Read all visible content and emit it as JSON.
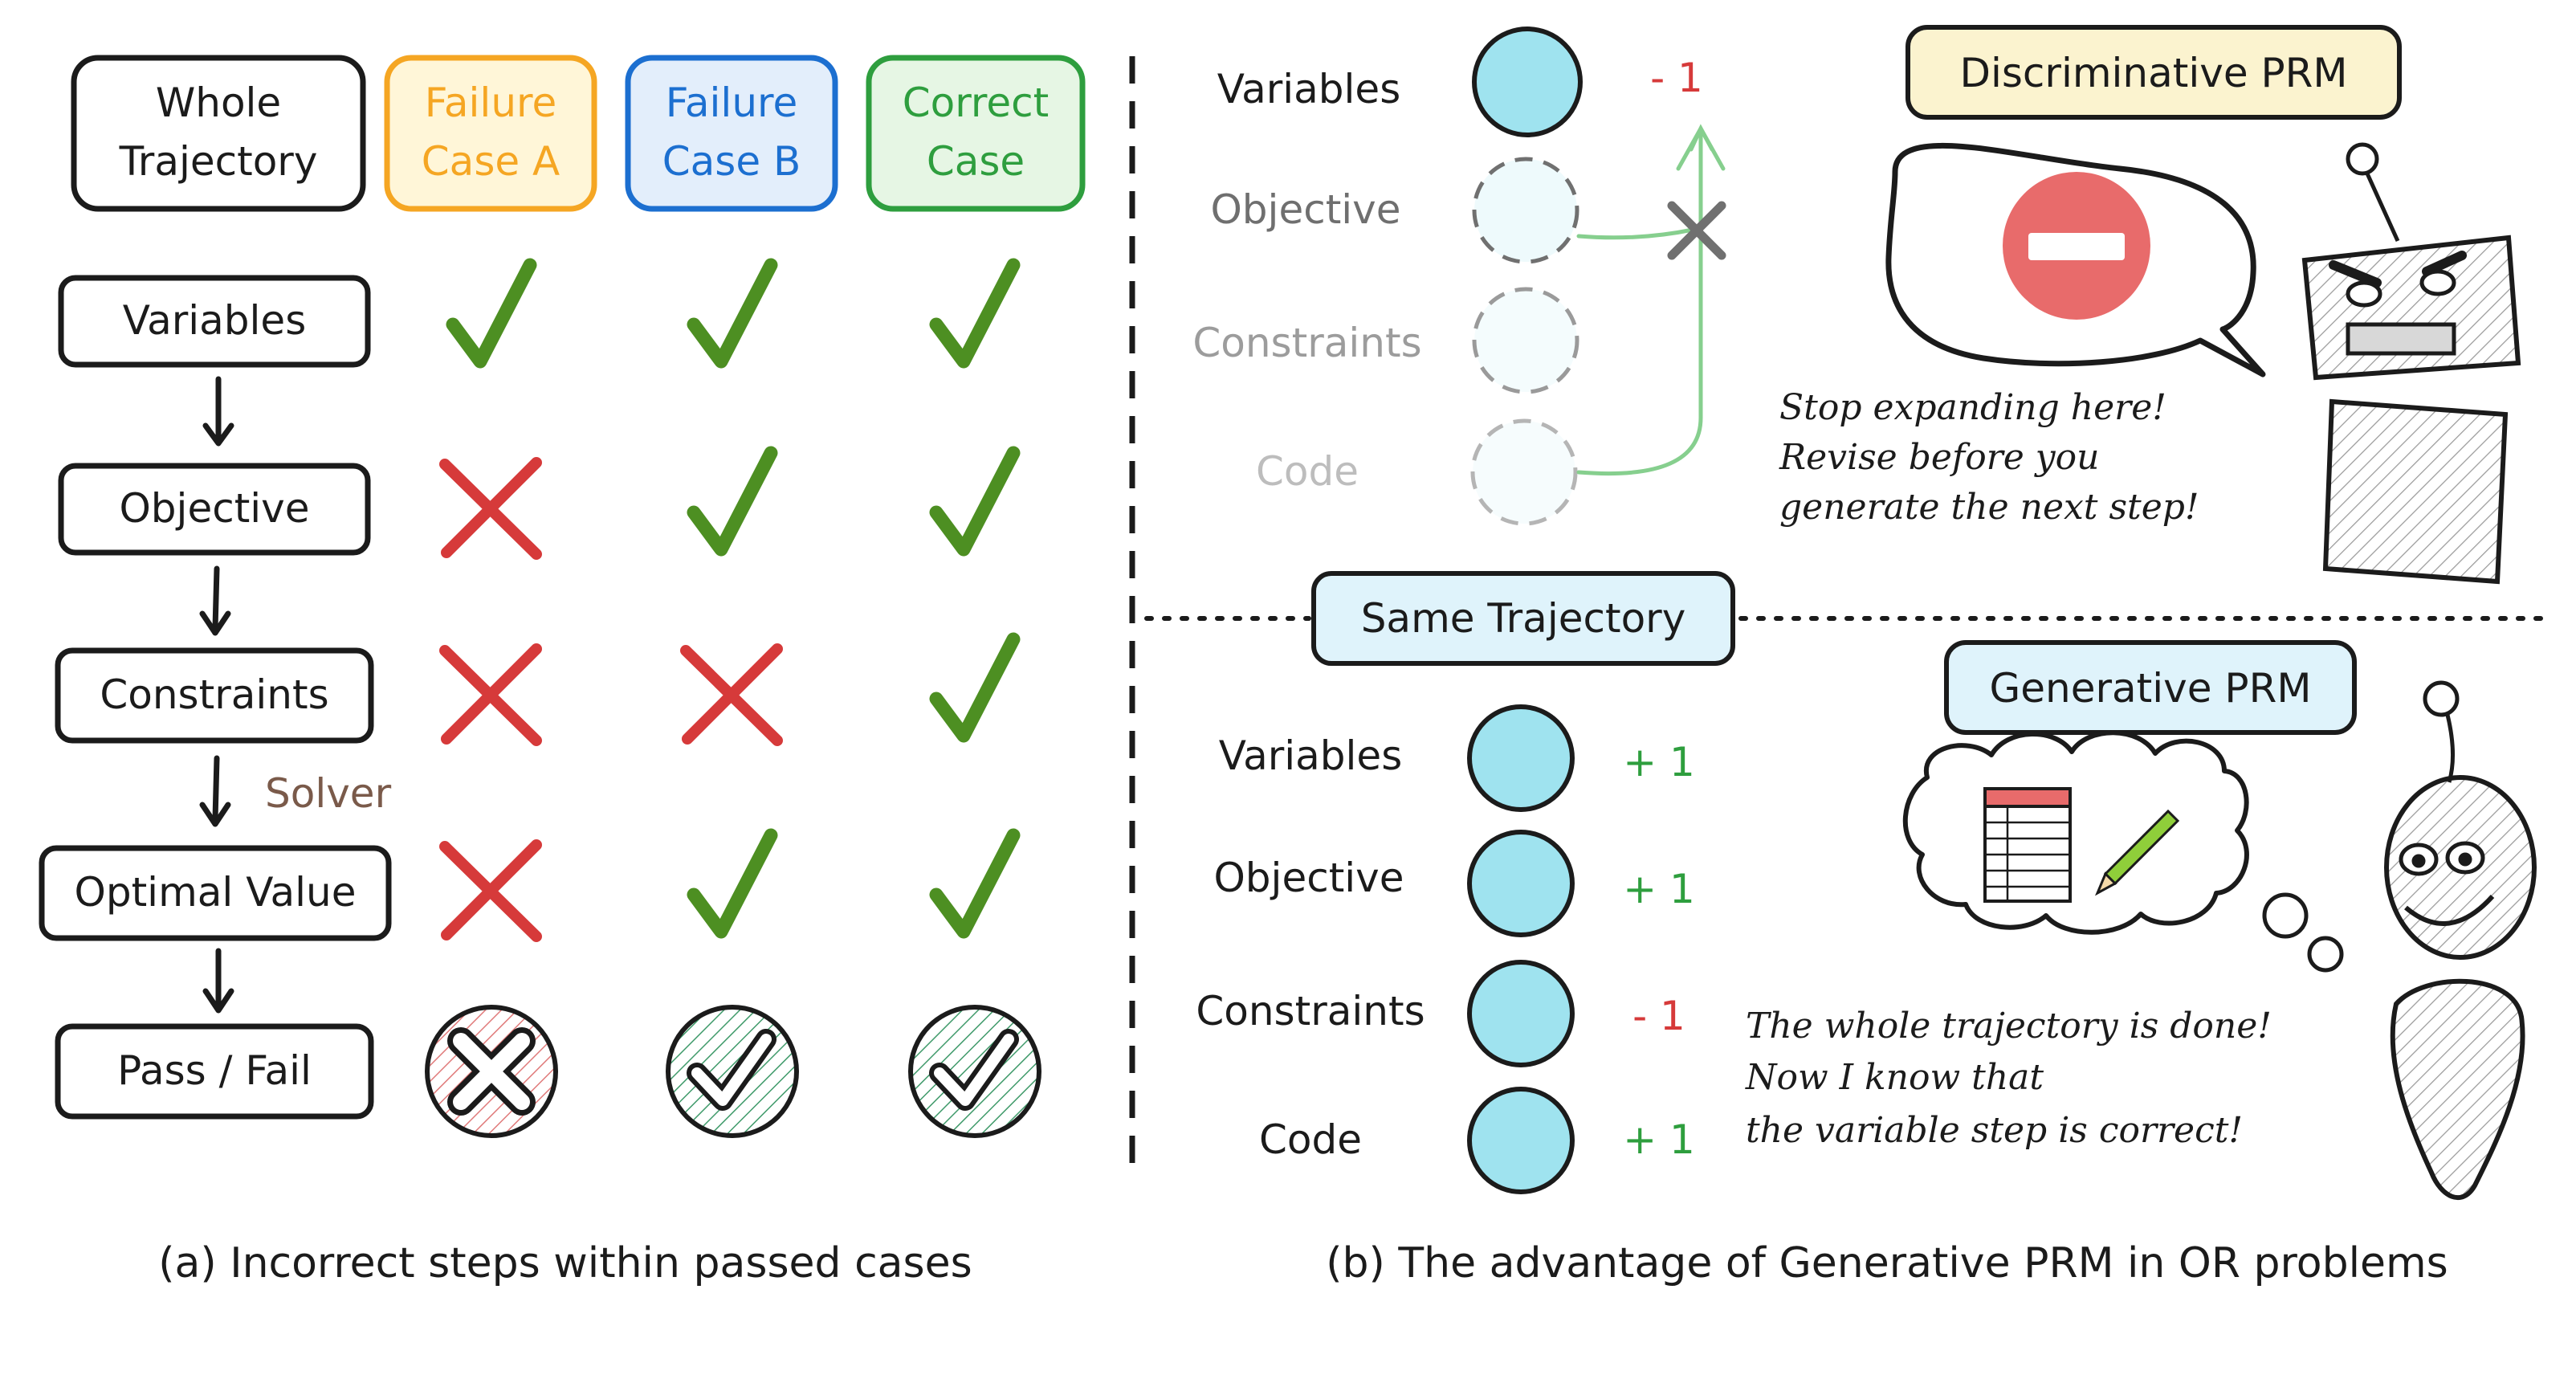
{
  "panel_a": {
    "headers": {
      "whole_line1": "Whole",
      "whole_line2": "Trajectory",
      "fa_line1": "Failure",
      "fa_line2": "Case A",
      "fb_line1": "Failure",
      "fb_line2": "Case B",
      "cc_line1": "Correct",
      "cc_line2": "Case"
    },
    "steps": [
      "Variables",
      "Objective",
      "Constraints",
      "Optimal Value",
      "Pass / Fail"
    ],
    "solver_label": "Solver",
    "marks": {
      "failure_case_a": [
        "check",
        "cross",
        "cross",
        "cross",
        "fail"
      ],
      "failure_case_b": [
        "check",
        "check",
        "cross",
        "check",
        "pass"
      ],
      "correct_case": [
        "check",
        "check",
        "check",
        "check",
        "pass"
      ]
    },
    "caption": "(a) Incorrect steps within passed cases"
  },
  "panel_b": {
    "top": {
      "steps": [
        "Variables",
        "Objective",
        "Constraints",
        "Code"
      ],
      "reward": "- 1",
      "prm_label": "Discriminative PRM",
      "speech_line1": "Stop expanding here!",
      "speech_line2": "Revise before you",
      "speech_line3": "generate the next step!"
    },
    "divider_label": "Same Trajectory",
    "bottom": {
      "steps": [
        "Variables",
        "Objective",
        "Constraints",
        "Code"
      ],
      "rewards": [
        "+ 1",
        "+ 1",
        "- 1",
        "+ 1"
      ],
      "prm_label": "Generative PRM",
      "thought_line1": "The whole trajectory is done!",
      "thought_line2": "Now I know that",
      "thought_line3": "the variable step is correct!"
    },
    "caption": "(b) The advantage of Generative PRM in OR problems"
  },
  "colors": {
    "orange": "#f5a623",
    "blue": "#1c6fd0",
    "green": "#2e9e3e",
    "red": "#d63a3a",
    "check_green": "#4d8f22",
    "node_fill": "#9fe3ef",
    "prm_bg": "#fbf3cf",
    "traj_bg": "#dff3fb",
    "solver_brown": "#7a5a4a"
  }
}
